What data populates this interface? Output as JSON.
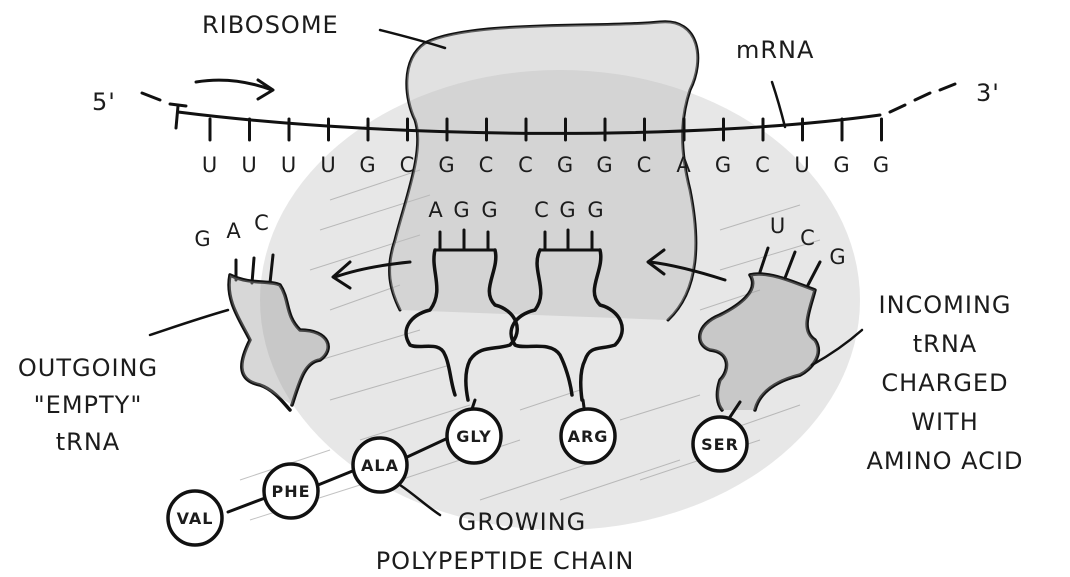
{
  "labels": {
    "ribosome": "RIBOSOME",
    "mrna": "mRNA",
    "five_prime": "5'",
    "three_prime": "3'",
    "outgoing": [
      "OUTGOING",
      "\"EMPTY\"",
      "tRNA"
    ],
    "incoming": [
      "INCOMING",
      "tRNA",
      "CHARGED",
      "WITH",
      "AMINO ACID"
    ],
    "growing": [
      "GROWING",
      "POLYPEPTIDE CHAIN"
    ]
  },
  "mrna_codons": [
    "U",
    "U",
    "U",
    "U",
    "G",
    "C",
    "G",
    "C",
    "C",
    "G",
    "G",
    "C",
    "A",
    "G",
    "C",
    "U",
    "G",
    "G"
  ],
  "anticodons": {
    "outgoing": [
      "G",
      "A",
      "C"
    ],
    "site_p": [
      "A",
      "G",
      "G"
    ],
    "site_a": [
      "C",
      "G",
      "G"
    ],
    "incoming": [
      "U",
      "C",
      "G"
    ]
  },
  "amino_acids": {
    "chain": [
      "VAL",
      "PHE",
      "ALA",
      "GLY"
    ],
    "arg": "ARG",
    "ser": "SER"
  }
}
